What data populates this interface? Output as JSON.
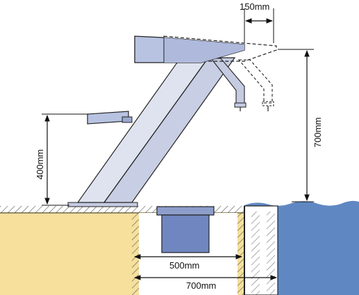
{
  "diagram": {
    "dim_top_extension": "150mm",
    "dim_platform_height": "700mm",
    "dim_step_height": "400mm",
    "dim_base_width": "500mm",
    "dim_total_width": "700mm"
  },
  "colors": {
    "sand": "#f6e09c",
    "water": "#5f87c2",
    "board": "#b8c3e2",
    "board_dark": "#9aa7cf",
    "support_light": "#dfe3ef",
    "support_mid": "#c5cbe0",
    "wall": "#ffffff",
    "outline": "#222222",
    "hatch": "#555555"
  }
}
